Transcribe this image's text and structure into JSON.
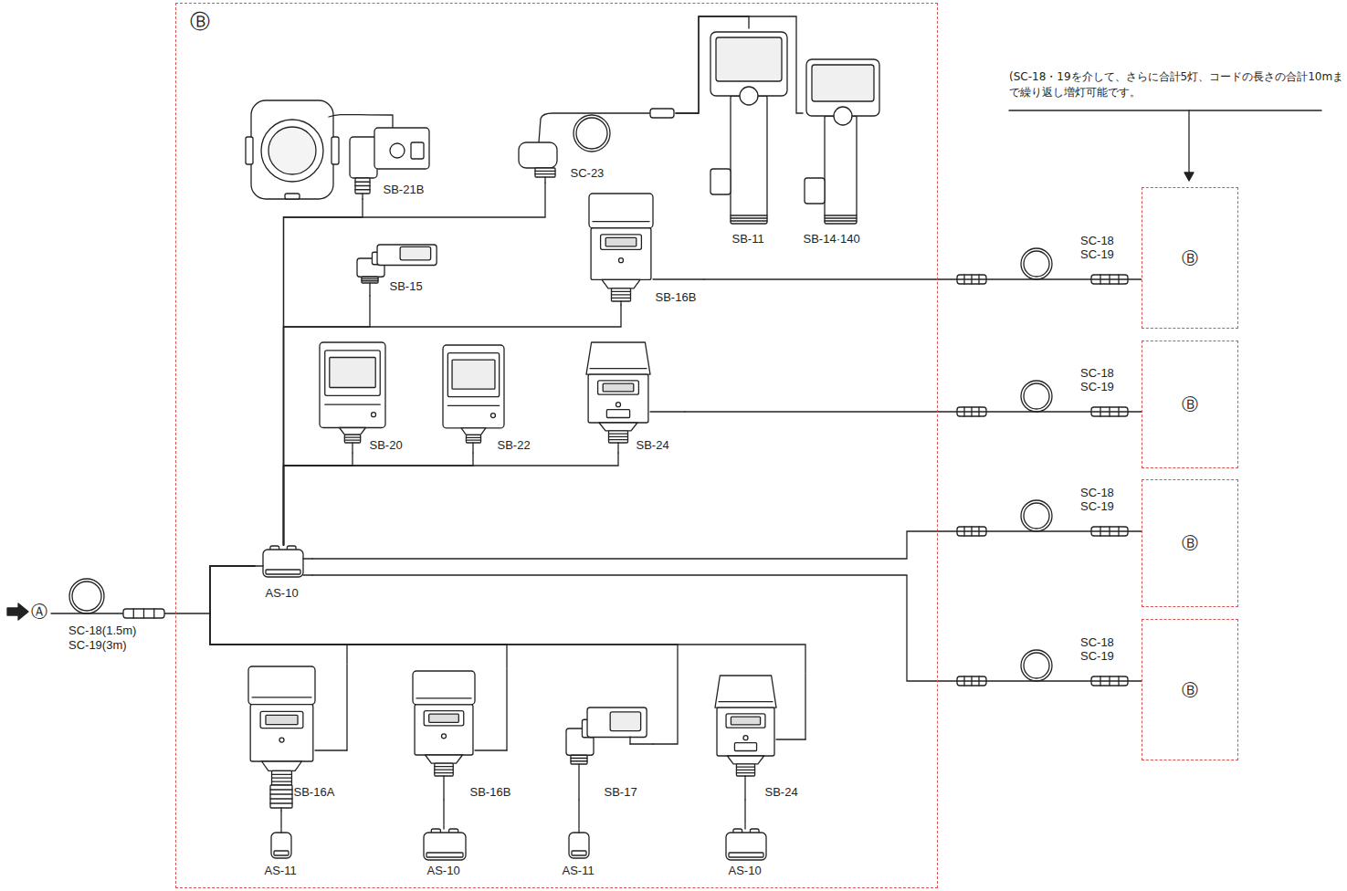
{
  "diagram": {
    "nodes": [
      {
        "text": [
          "Ⓑ"
        ]
      },
      {
        "text": [
          "SB-21B"
        ],
        "in": 0
      },
      {
        "text": [
          "SC-23"
        ],
        "in": 0
      },
      {
        "text": [
          "SB-11"
        ],
        "in": 0
      },
      {
        "text": [
          "SB-14·140"
        ],
        "in": 0
      },
      {
        "text": [
          "SB-15"
        ],
        "in": 0
      },
      {
        "text": [
          "SB-16B"
        ],
        "in": 0
      },
      {
        "text": [
          "SB-20"
        ],
        "in": 0
      },
      {
        "text": [
          "SB-22"
        ],
        "in": 0
      },
      {
        "text": [
          "SB-24"
        ],
        "in": 0
      },
      {
        "text": [
          "AS-10"
        ],
        "in": 0
      },
      {
        "text": [
          "SB-16A"
        ],
        "in": 0
      },
      {
        "text": [
          "SB-16B"
        ],
        "in": 0
      },
      {
        "text": [
          "SB-17"
        ],
        "in": 0
      },
      {
        "text": [
          "SB-24"
        ],
        "in": 0
      },
      {
        "text": [
          "AS-11"
        ],
        "in": 0
      },
      {
        "text": [
          "AS-10"
        ],
        "in": 0
      },
      {
        "text": [
          "AS-11"
        ],
        "in": 0
      },
      {
        "text": [
          "AS-10"
        ],
        "in": 0
      },
      {
        "text": [
          "Ⓑ"
        ]
      },
      {
        "text": [
          "Ⓑ"
        ]
      },
      {
        "text": [
          "Ⓑ"
        ]
      },
      {
        "text": [
          "Ⓑ"
        ]
      }
    ],
    "edges": [
      {
        "from": 10,
        "to": 1,
        "arrow": "none"
      },
      {
        "from": 10,
        "to": 2,
        "arrow": "none"
      },
      {
        "from": 10,
        "to": 5,
        "arrow": "none"
      },
      {
        "from": 10,
        "to": 6,
        "arrow": "none"
      },
      {
        "from": 10,
        "to": 7,
        "arrow": "none"
      },
      {
        "from": 10,
        "to": 8,
        "arrow": "none"
      },
      {
        "from": 10,
        "to": 9,
        "arrow": "none"
      },
      {
        "from": 2,
        "to": 3,
        "arrow": "none"
      },
      {
        "from": 2,
        "to": 4,
        "arrow": "none"
      },
      {
        "from": 6,
        "to": 19,
        "label": "SC-18 SC-19",
        "arrow": "none"
      },
      {
        "from": 9,
        "to": 20,
        "label": "SC-18 SC-19",
        "arrow": "none"
      },
      {
        "from": 10,
        "to": 21,
        "label": "SC-18 SC-19",
        "arrow": "none"
      },
      {
        "from": 10,
        "to": 22,
        "label": "SC-18 SC-19",
        "arrow": "none"
      },
      {
        "from": 10,
        "to": 11,
        "arrow": "none"
      },
      {
        "from": 10,
        "to": 12,
        "arrow": "none"
      },
      {
        "from": 10,
        "to": 13,
        "arrow": "none"
      },
      {
        "from": 10,
        "to": 14,
        "arrow": "none"
      },
      {
        "from": 11,
        "to": 15,
        "arrow": "none"
      },
      {
        "from": 12,
        "to": 16,
        "arrow": "none"
      },
      {
        "from": 13,
        "to": 17,
        "arrow": "none"
      },
      {
        "from": 14,
        "to": 18,
        "arrow": "none"
      }
    ],
    "labels": [
      "Ⓐ",
      "SC-18(1.5m)",
      "SC-19(3m)",
      "(SC-18・19を介して、さらに合計5灯、コードの長さの合計10mまで繰り返し増灯可能です。"
    ]
  }
}
